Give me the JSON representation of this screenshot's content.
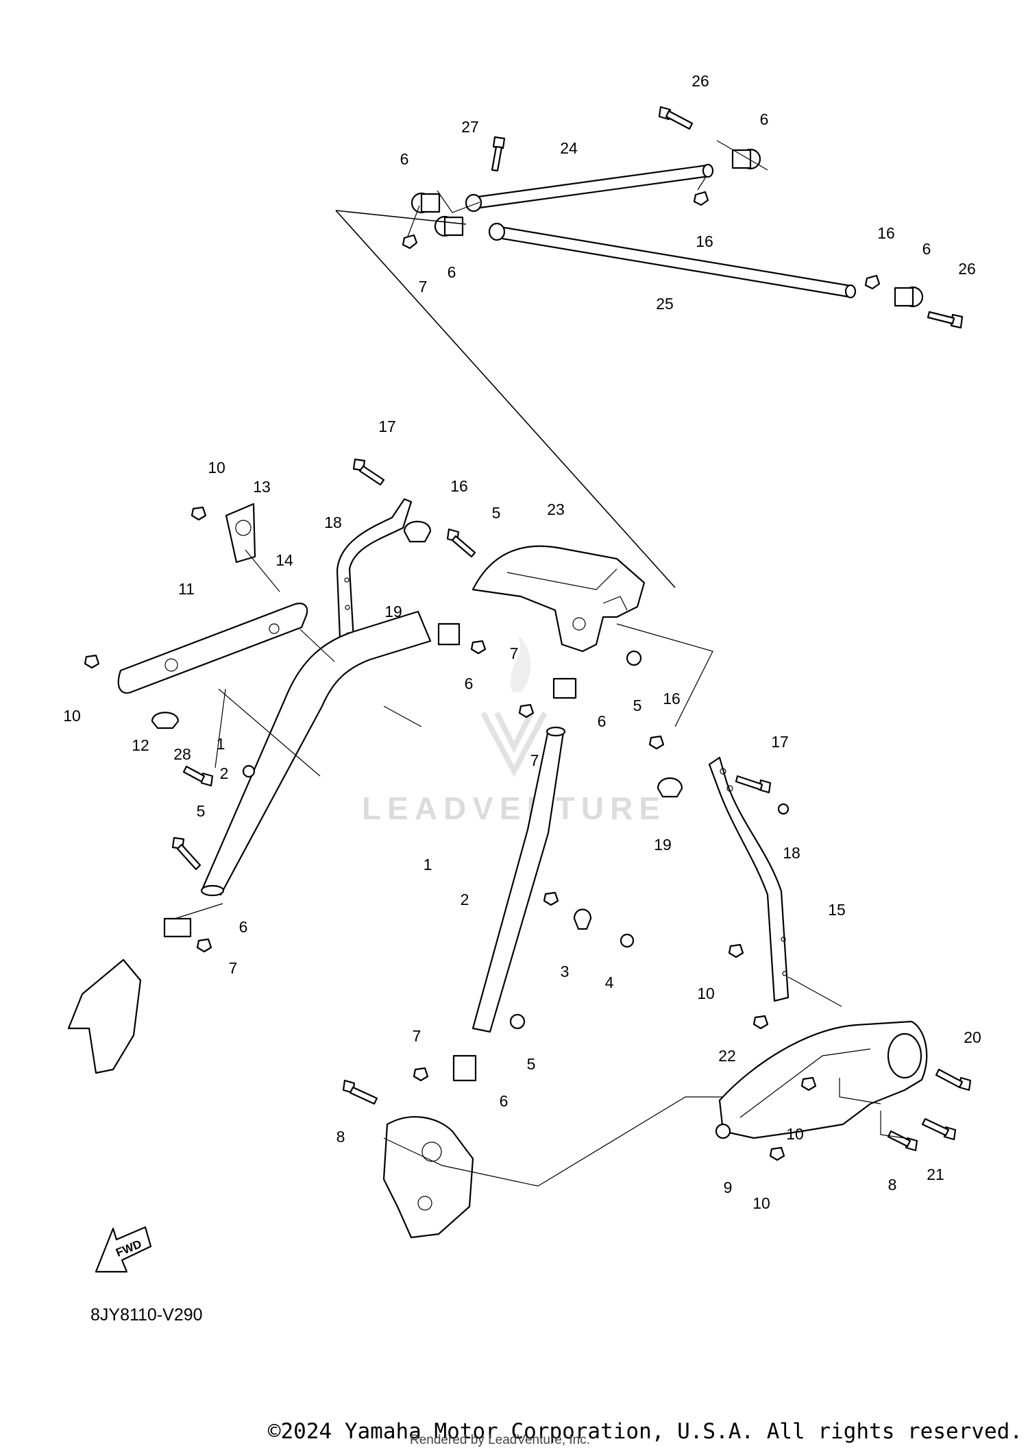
{
  "diagram": {
    "code": "8JY8110-V290",
    "fwd_label": "FWD",
    "watermark": "LEADVENTURE",
    "copyright": "©2024 Yamaha Motor Corporation, U.S.A. All rights reserved.",
    "rendered_by": "Rendered by LeadVenture, Inc.",
    "callouts": [
      "1",
      "1",
      "2",
      "2",
      "3",
      "4",
      "5",
      "5",
      "5",
      "5",
      "6",
      "6",
      "6",
      "6",
      "6",
      "6",
      "6",
      "6",
      "7",
      "7",
      "7",
      "7",
      "7",
      "8",
      "8",
      "9",
      "10",
      "10",
      "10",
      "10",
      "10",
      "10",
      "11",
      "12",
      "13",
      "14",
      "15",
      "16",
      "16",
      "16",
      "16",
      "17",
      "17",
      "18",
      "18",
      "19",
      "19",
      "20",
      "21",
      "22",
      "23",
      "24",
      "25",
      "26",
      "26",
      "27",
      "28"
    ]
  }
}
